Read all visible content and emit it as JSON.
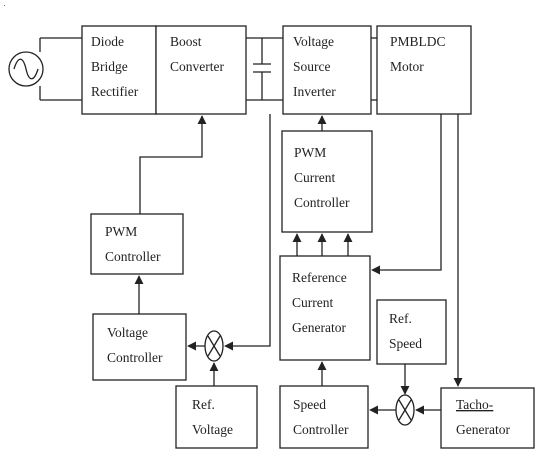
{
  "blocks": {
    "diode_bridge_rectifier": {
      "lines": [
        "Diode",
        "Bridge",
        "Rectifier"
      ]
    },
    "boost_converter": {
      "lines": [
        "Boost",
        "Converter"
      ]
    },
    "voltage_source_inverter": {
      "lines": [
        "Voltage",
        "Source",
        "Inverter"
      ]
    },
    "pmbldc_motor": {
      "lines": [
        "PMBLDC",
        "Motor"
      ]
    },
    "pwm_current_controller": {
      "lines": [
        "PWM",
        "Current",
        "Controller"
      ]
    },
    "pwm_controller": {
      "lines": [
        "PWM",
        "Controller"
      ]
    },
    "reference_current_generator": {
      "lines": [
        "Reference",
        "Current",
        "Generator"
      ]
    },
    "voltage_controller": {
      "lines": [
        "Voltage",
        "Controller"
      ]
    },
    "ref_speed": {
      "lines": [
        "Ref.",
        "Speed"
      ]
    },
    "ref_voltage": {
      "lines": [
        "Ref.",
        "Voltage"
      ]
    },
    "speed_controller": {
      "lines": [
        "Speed",
        "Controller"
      ]
    },
    "tacho_generator": {
      "lines": [
        "Tacho-",
        "Generator"
      ]
    }
  },
  "colors": {
    "line": "#222222",
    "background": "#ffffff"
  },
  "icons": {
    "ac_source": "ac-source-icon",
    "capacitor": "capacitor-icon",
    "summing_junction": "summing-junction-icon"
  }
}
